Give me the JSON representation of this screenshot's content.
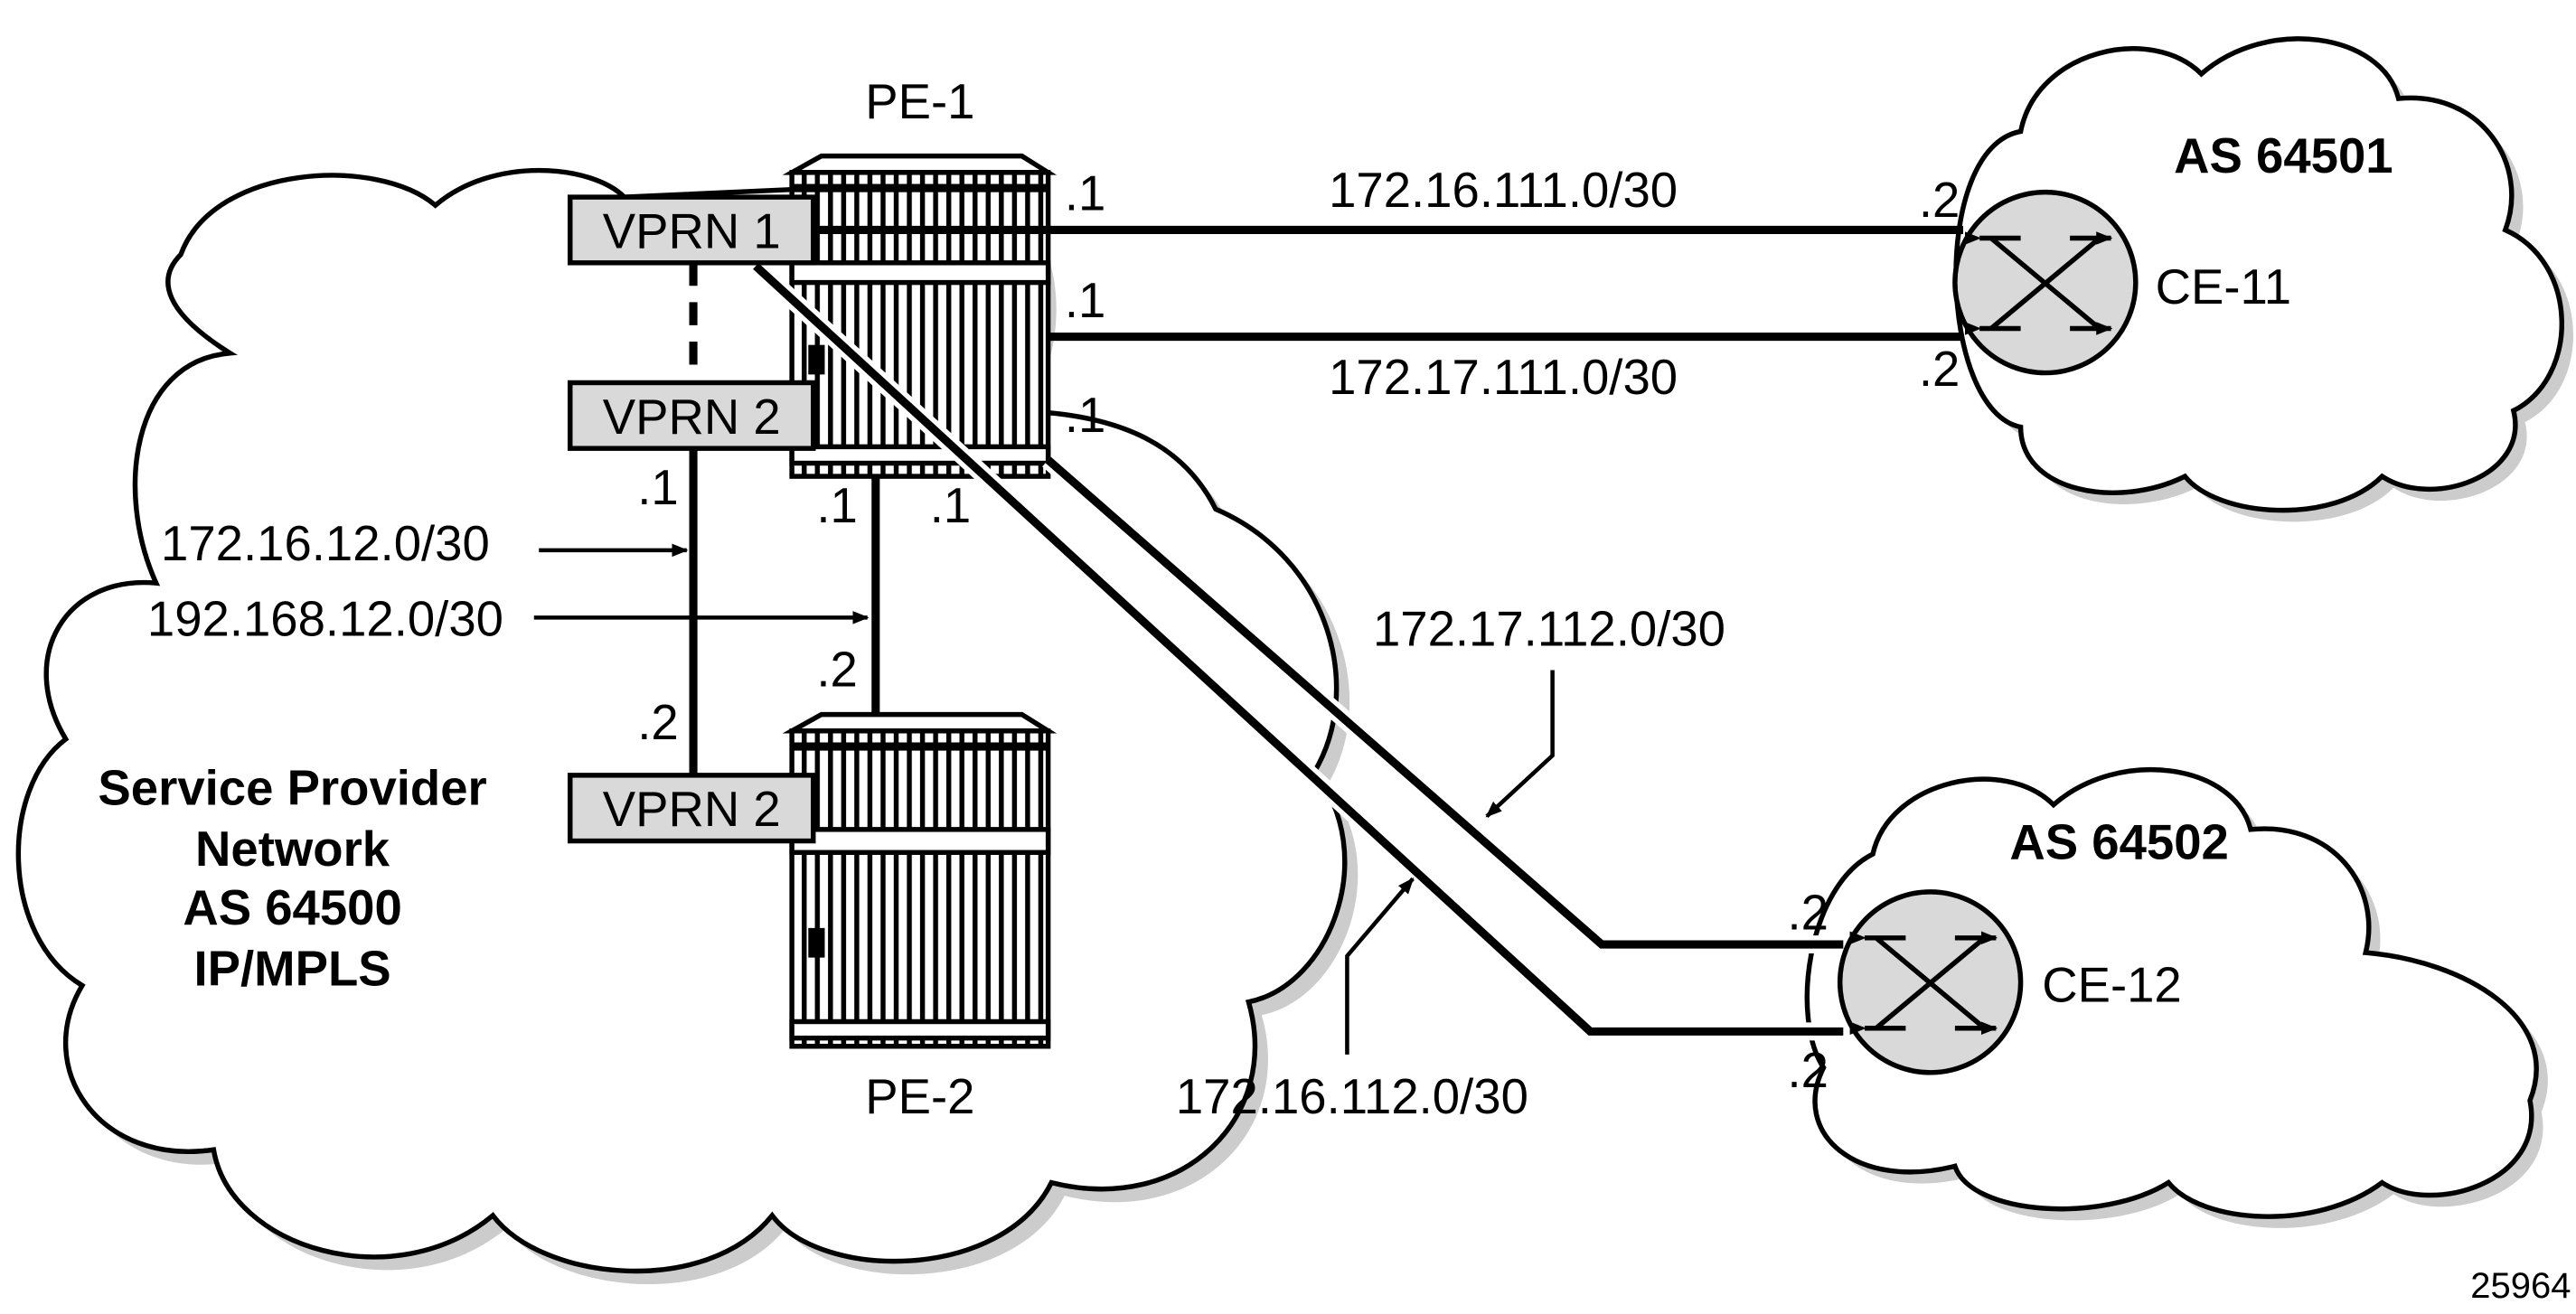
{
  "network": {
    "title_lines": [
      "Service Provider",
      "Network",
      "AS 64500",
      "IP/MPLS"
    ]
  },
  "routers": {
    "pe1": "PE-1",
    "pe2": "PE-2",
    "ce11": "CE-11",
    "ce12": "CE-12"
  },
  "vprns": {
    "pe1_vprn1": "VPRN 1",
    "pe1_vprn2": "VPRN 2",
    "pe2_vprn2": "VPRN 2"
  },
  "as_labels": {
    "as64501": "AS 64501",
    "as64502": "AS 64502"
  },
  "subnets": {
    "s1": "172.16.111.0/30",
    "s2": "172.17.111.0/30",
    "s3": "172.16.12.0/30",
    "s4": "192.168.12.0/30",
    "s5": "172.17.112.0/30",
    "s6": "172.16.112.0/30"
  },
  "addr": {
    "one": ".1",
    "two": ".2"
  },
  "figure_id": "25964",
  "colors": {
    "box_fill": "#d9d9d9",
    "shadow": "#cccccc",
    "router_fill": "#d9d9d9"
  }
}
